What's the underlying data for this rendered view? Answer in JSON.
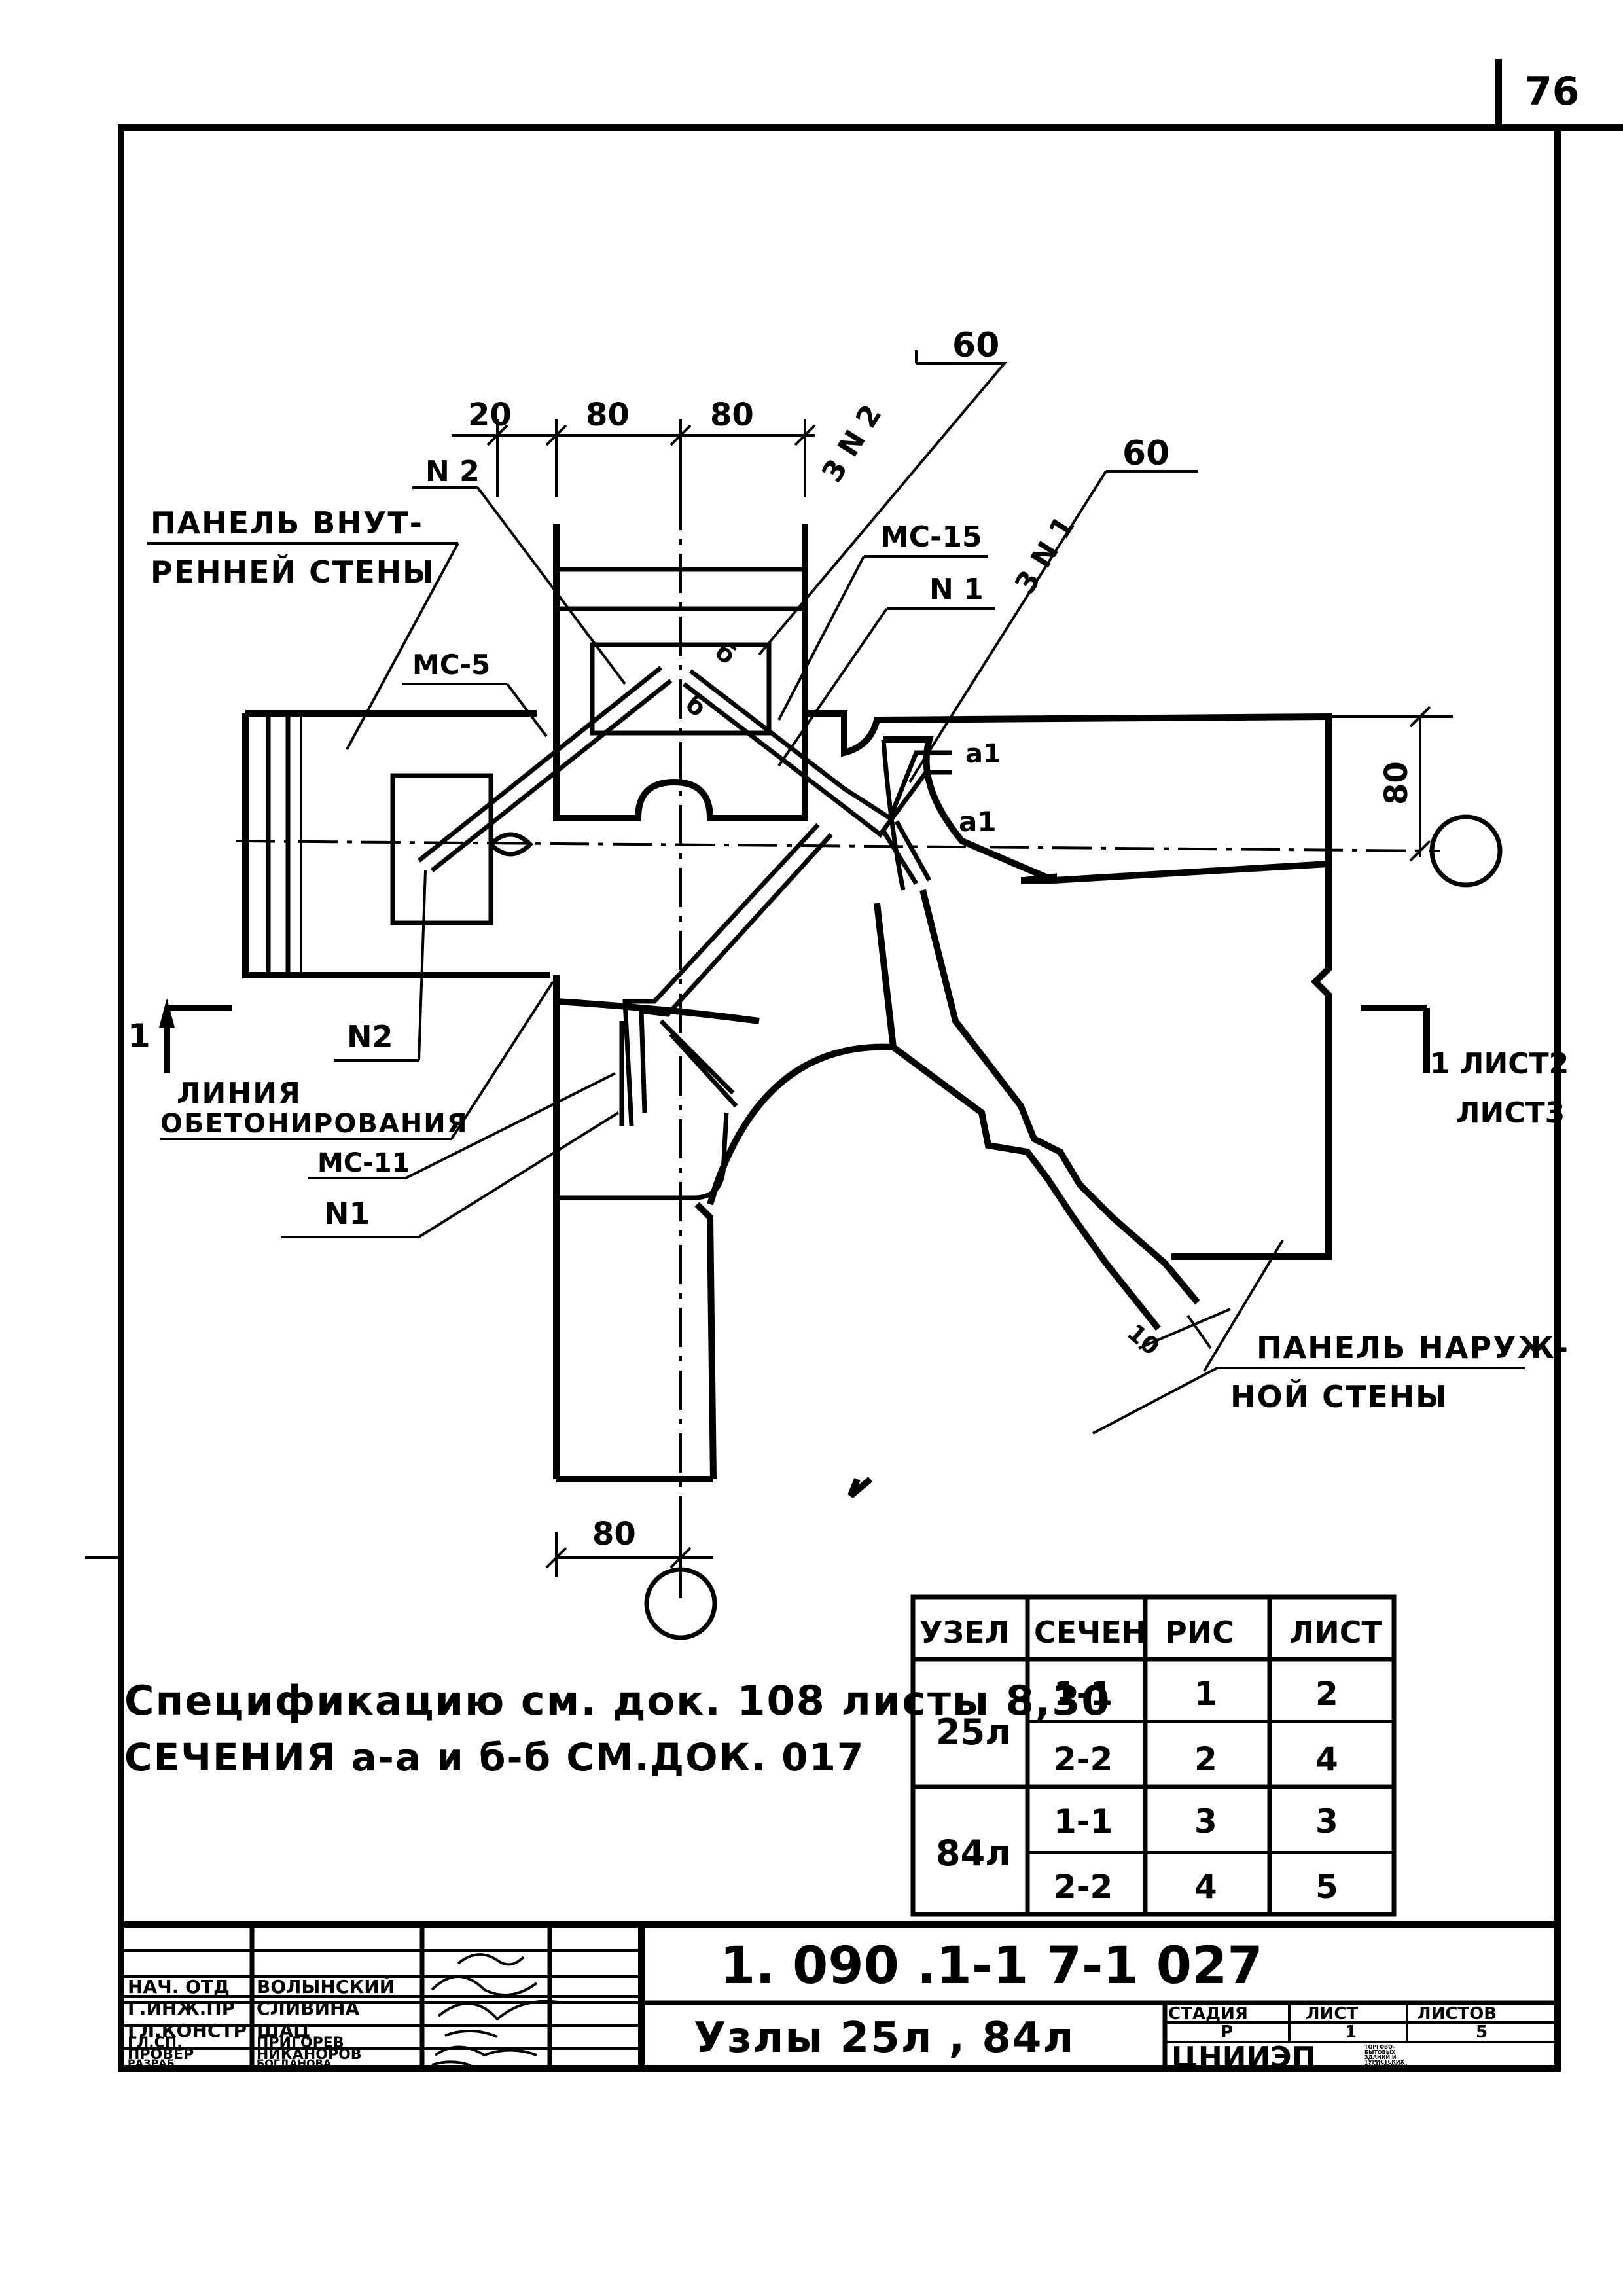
{
  "page_number": "76",
  "drawing": {
    "dimensions": {
      "d20": "20",
      "d80_left": "80",
      "d80_right": "80",
      "d60_top": "60",
      "d60_right": "60",
      "d80_vertical": "80",
      "d80_bottom": "80",
      "d10": "10"
    },
    "labels": {
      "panel_inner_line1": "ПАНЕЛЬ ВНУТ-",
      "panel_inner_line2": "РЕННЕЙ СТЕНЫ",
      "n2_top": "N 2",
      "mc5": "МС-5",
      "mc15": "МС-15",
      "n1_top": "N 1",
      "three_n2": "3 N 2",
      "three_n1": "3 N 1",
      "a1_upper": "a1",
      "a1_lower": "a1",
      "b_mark_1": "б",
      "b_mark_2": "б",
      "n2_bottom": "N2",
      "concreting_line1": "ЛИНИЯ",
      "concreting_line2": "ОБЕТОНИРОВАНИЯ",
      "mc11": "МС-11",
      "n1_bottom": "N1",
      "section_left_number": "1",
      "section_right": "1 ЛИСТ2",
      "section_right_sheet3": "ЛИСТ3",
      "panel_outer_line1": "ПАНЕЛЬ НАРУЖ-",
      "panel_outer_line2": "НОЙ СТЕНЫ"
    }
  },
  "notes": {
    "line1": "Спецификацию см. док. 108 листы 8,30",
    "line2": "СЕЧЕНИЯ а-а и б-б СМ.ДОК. 017"
  },
  "sections_table": {
    "headers": [
      "УЗЕЛ",
      "СЕЧЕН",
      "РИС",
      "ЛИСТ"
    ],
    "groups": [
      {
        "node": "25л",
        "rows": [
          [
            "1-1",
            "1",
            "2"
          ],
          [
            "2-2",
            "2",
            "4"
          ]
        ]
      },
      {
        "node": "84л",
        "rows": [
          [
            "1-1",
            "3",
            "3"
          ],
          [
            "2-2",
            "4",
            "5"
          ]
        ]
      }
    ]
  },
  "title_block": {
    "doc_code": "1. 090 .1-1 7-1  027",
    "sheet_title": "Узлы 25л , 84л",
    "stage_header": "СТАДИЯ",
    "sheet_header": "ЛИСТ",
    "sheets_header": "ЛИСТОВ",
    "stage": "Р",
    "sheet": "1",
    "sheets": "5",
    "org": "ЦНИИЭП",
    "org_desc_lines": [
      "ТОРГОВО-",
      "БЫТОВЫХ",
      "ЗДАНИЙ И",
      "ТУРИСТСКИХ",
      "КОМПЛЕКСОВ"
    ],
    "signatures": [
      {
        "role": "НАЧ. ОТД",
        "name": "ВОЛЫНСКИЙ"
      },
      {
        "role": "Г.ИНЖ.ПР",
        "name": "СЛИВИНА"
      },
      {
        "role": "ГЛ.КОНСТР",
        "name": "ШАЦ"
      },
      {
        "role": "ГЛ.СП.",
        "name": "ПРИГОРЕВ"
      },
      {
        "role": "ПРОВЕР",
        "name": "НИКАНОРОВ"
      },
      {
        "role": "РАЗРАБ",
        "name": "БОГДАНОВА"
      }
    ]
  }
}
